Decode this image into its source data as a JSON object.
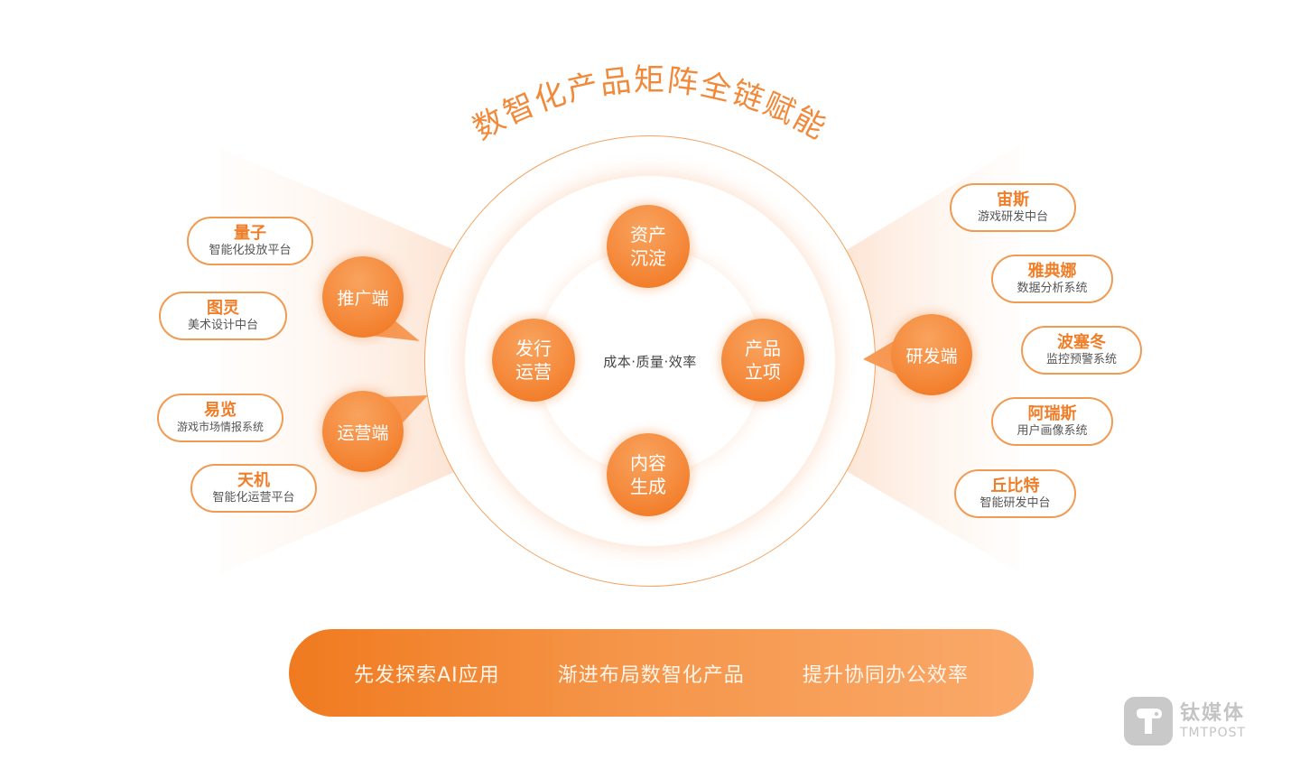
{
  "title": "数智化产品矩阵全链赋能",
  "center": {
    "text": "成本·质量·效率",
    "nodes": [
      {
        "id": "top",
        "line1": "资产",
        "line2": "沉淀"
      },
      {
        "id": "right",
        "line1": "产品",
        "line2": "立项"
      },
      {
        "id": "bottom",
        "line1": "内容",
        "line2": "生成"
      },
      {
        "id": "left",
        "line1": "发行",
        "line2": "运营"
      }
    ]
  },
  "hubs": {
    "promotion": "推广端",
    "operation": "运营端",
    "rnd": "研发端"
  },
  "left_products": [
    {
      "name": "量子",
      "desc": "智能化投放平台"
    },
    {
      "name": "图灵",
      "desc": "美术设计中台"
    },
    {
      "name": "易览",
      "desc": "游戏市场情报系统"
    },
    {
      "name": "天机",
      "desc": "智能化运营平台"
    }
  ],
  "right_products": [
    {
      "name": "宙斯",
      "desc": "游戏研发中台"
    },
    {
      "name": "雅典娜",
      "desc": "数据分析系统"
    },
    {
      "name": "波塞冬",
      "desc": "监控预警系统"
    },
    {
      "name": "阿瑞斯",
      "desc": "用户画像系统"
    },
    {
      "name": "丘比特",
      "desc": "智能研发中台"
    }
  ],
  "banner": {
    "items": [
      "先发探索AI应用",
      "渐进布局数智化产品",
      "提升协同办公效率"
    ]
  },
  "watermark": {
    "icon": "tmtpost-logo-icon",
    "cn": "钛媒体",
    "en": "TMTPOST"
  },
  "colors": {
    "accent": "#f58a3c",
    "accent_dark": "#ef7118",
    "pill_border": "#f19a52",
    "title": "#f08a3a",
    "text_gray": "#555555"
  }
}
